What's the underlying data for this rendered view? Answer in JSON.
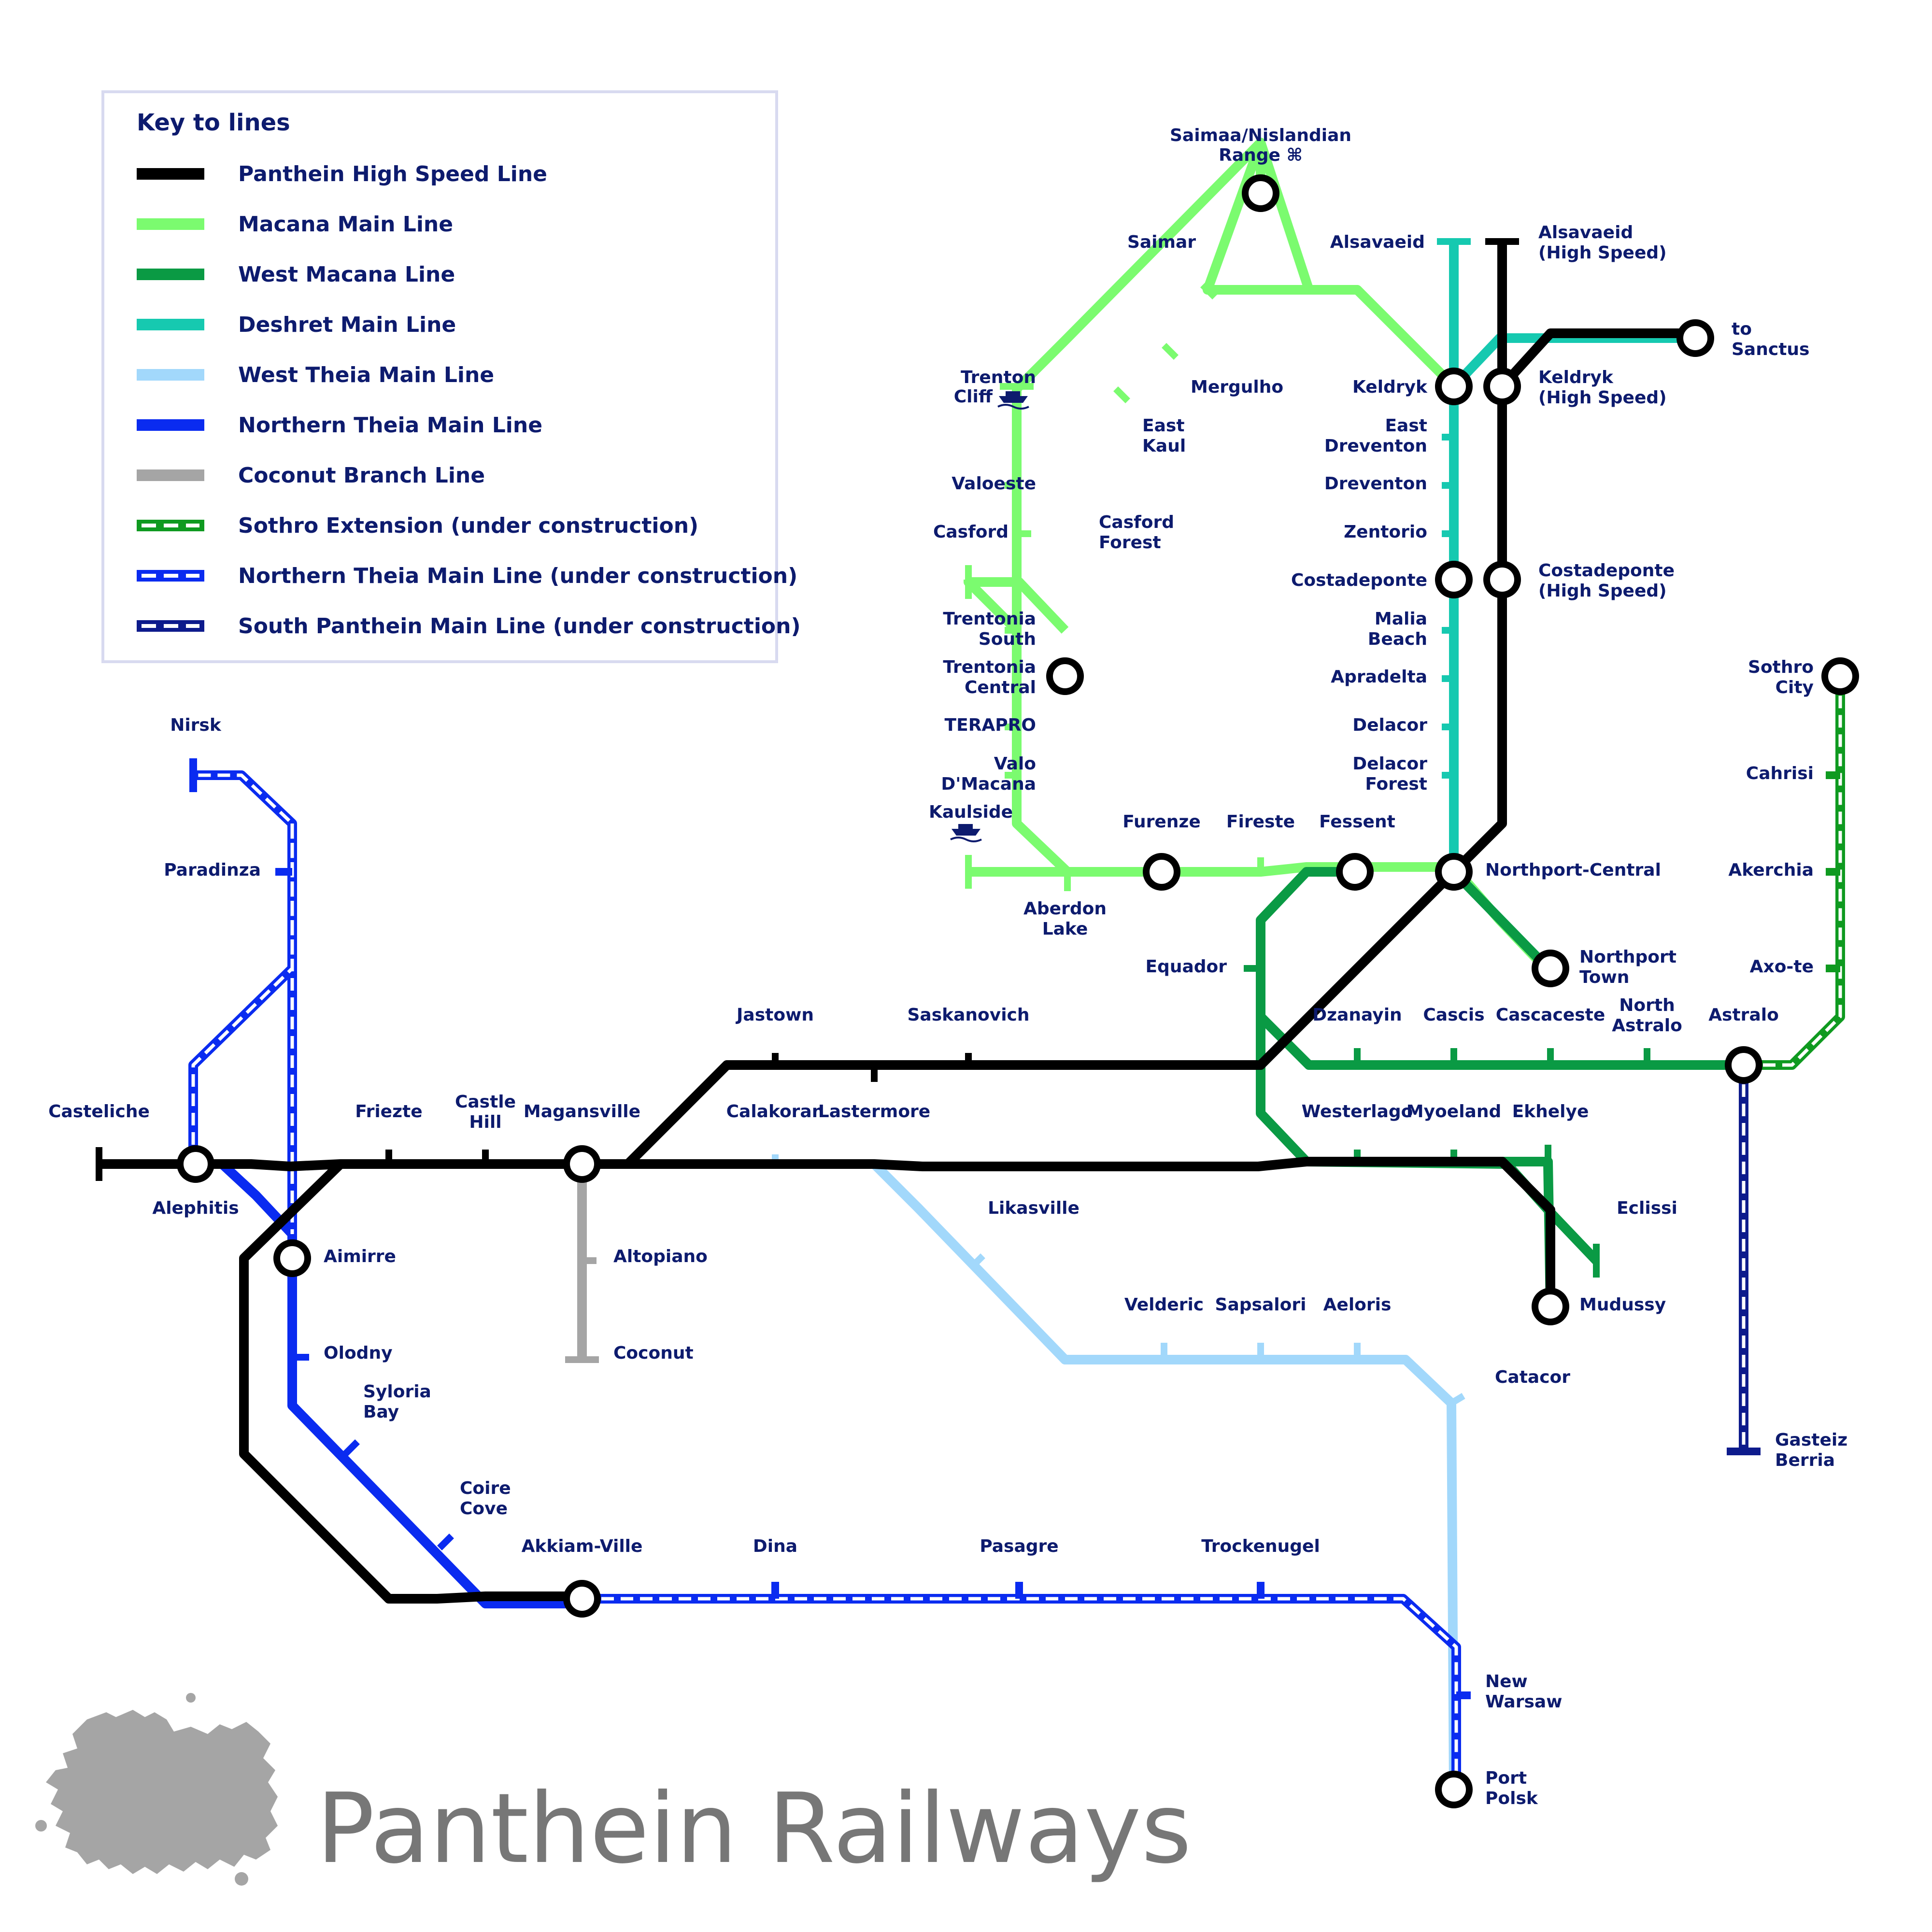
{
  "title": "Panthein Railways",
  "key": {
    "title": "Key to lines",
    "items": [
      {
        "label": "Panthein High Speed Line",
        "color": "#000000",
        "style": "solid"
      },
      {
        "label": "Macana Main Line",
        "color": "#7bfb6f",
        "style": "solid"
      },
      {
        "label": "West Macana Line",
        "color": "#0a9a44",
        "style": "solid"
      },
      {
        "label": "Deshret Main Line",
        "color": "#16c9b0",
        "style": "solid"
      },
      {
        "label": "West Theia Main Line",
        "color": "#a2d8fb",
        "style": "solid"
      },
      {
        "label": "Northern Theia Main Line",
        "color": "#0a2bf0",
        "style": "solid"
      },
      {
        "label": "Coconut Branch Line",
        "color": "#a5a5a5",
        "style": "solid"
      },
      {
        "label": "Sothro Extension (under construction)",
        "color": "#0f9a20",
        "style": "dashed"
      },
      {
        "label": "Northern Theia Main Line (under construction)",
        "color": "#0a2bf0",
        "style": "dashed"
      },
      {
        "label": "South Panthein Main Line (under construction)",
        "color": "#0d1b8c",
        "style": "dashed"
      }
    ]
  },
  "icons": {
    "airport": "command-glyph-icon",
    "ferry": "ferry-icon"
  },
  "stations": {
    "saimaa": "Saimaa/Nislandian",
    "saimaa_2": "Range ⌘",
    "saimar": "Saimar",
    "alsavaeid": "Alsavaeid",
    "alsavaeid_hs": "Alsavaeid",
    "alsavaeid_hs_2": "(High Speed)",
    "to_sanctus": "to",
    "to_sanctus_2": "Sanctus",
    "trenton_cliff": "Trenton",
    "trenton_cliff_2": "Cliff",
    "mergulho": "Mergulho",
    "keldryk": "Keldryk",
    "keldryk_hs": "Keldryk",
    "keldryk_hs_2": "(High Speed)",
    "east_kaul": "East",
    "east_kaul_2": "Kaul",
    "east_dreventon": "East",
    "east_dreventon_2": "Dreventon",
    "valoeste": "Valoeste",
    "dreventon": "Dreventon",
    "casford": "Casford",
    "casford_forest": "Casford",
    "casford_forest_2": "Forest",
    "zentorio": "Zentorio",
    "costadeponte": "Costadeponte",
    "costadeponte_hs": "Costadeponte",
    "costadeponte_hs_2": "(High Speed)",
    "trentonia_south": "Trentonia",
    "trentonia_south_2": "South",
    "malia_beach": "Malia",
    "malia_beach_2": "Beach",
    "sothro_city": "Sothro",
    "sothro_city_2": "City",
    "trentonia_central": "Trentonia",
    "trentonia_central_2": "Central",
    "apradelta": "Apradelta",
    "terapro": "TERAPRO",
    "delacor": "Delacor",
    "nirsk": "Nirsk",
    "valo": "Valo",
    "valo_2": "D'Macana",
    "delacor_forest": "Delacor",
    "delacor_forest_2": "Forest",
    "cahrisi": "Cahrisi",
    "kaulside": "Kaulside",
    "furenze": "Furenze",
    "fireste": "Fireste",
    "fessent": "Fessent",
    "paradinza": "Paradinza",
    "northport_central": "Northport-Central",
    "akerchia": "Akerchia",
    "aberdon_lake": "Aberdon",
    "aberdon_lake_2": "Lake",
    "equador": "Equador",
    "northport_town": "Northport",
    "northport_town_2": "Town",
    "axote": "Axo-te",
    "jastown": "Jastown",
    "saskanovich": "Saskanovich",
    "dzanayin": "Dzanayin",
    "cascis": "Cascis",
    "cascaceste": "Cascaceste",
    "north_astralo": "North",
    "north_astralo_2": "Astralo",
    "astralo": "Astralo",
    "casteliche": "Casteliche",
    "friezte": "Friezte",
    "castle_hill": "Castle",
    "castle_hill_2": "Hill",
    "magansville": "Magansville",
    "calakoran": "Calakoran",
    "lastermore": "Lastermore",
    "westerlago": "Westerlago",
    "myoeland": "Myoeland",
    "ekhelye": "Ekhelye",
    "alephitis": "Alephitis",
    "likasville": "Likasville",
    "eclissi": "Eclissi",
    "aimirre": "Aimirre",
    "altopiano": "Altopiano",
    "mudussy": "Mudussy",
    "velderic": "Velderic",
    "sapsalori": "Sapsalori",
    "aeloris": "Aeloris",
    "olodny": "Olodny",
    "coconut": "Coconut",
    "catacor": "Catacor",
    "syloria_bay": "Syloria",
    "syloria_bay_2": "Bay",
    "gasteiz": "Gasteiz",
    "gasteiz_2": "Berria",
    "coire_cove": "Coire",
    "coire_cove_2": "Cove",
    "akkiam_ville": "Akkiam-Ville",
    "dina": "Dina",
    "pasagre": "Pasagre",
    "trockenugel": "Trockenugel",
    "new_warsaw": "New",
    "new_warsaw_2": "Warsaw",
    "port_polsk": "Port",
    "port_polsk_2": "Polsk"
  }
}
